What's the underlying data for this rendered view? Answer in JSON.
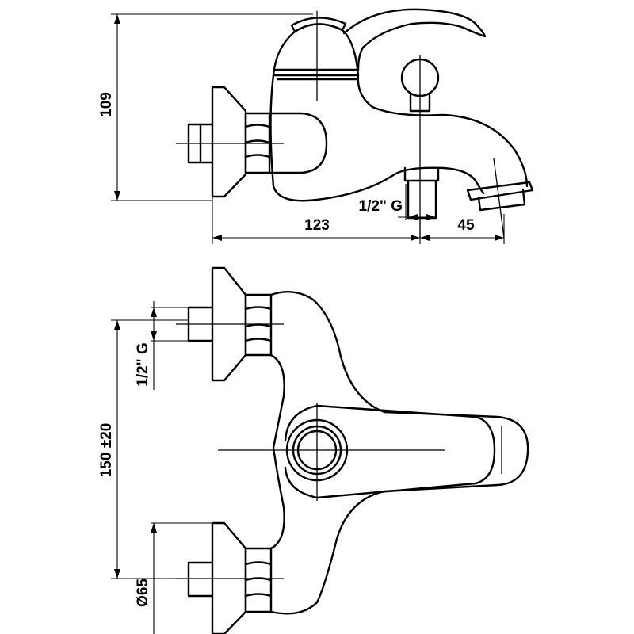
{
  "dimensions": {
    "height": "109",
    "width_body": "123",
    "spout_length": "45",
    "thread_side": "1/2\" G",
    "thread_top": "1/2\" G",
    "centers": "150 ±20",
    "flange_diameter": "Ø65"
  }
}
